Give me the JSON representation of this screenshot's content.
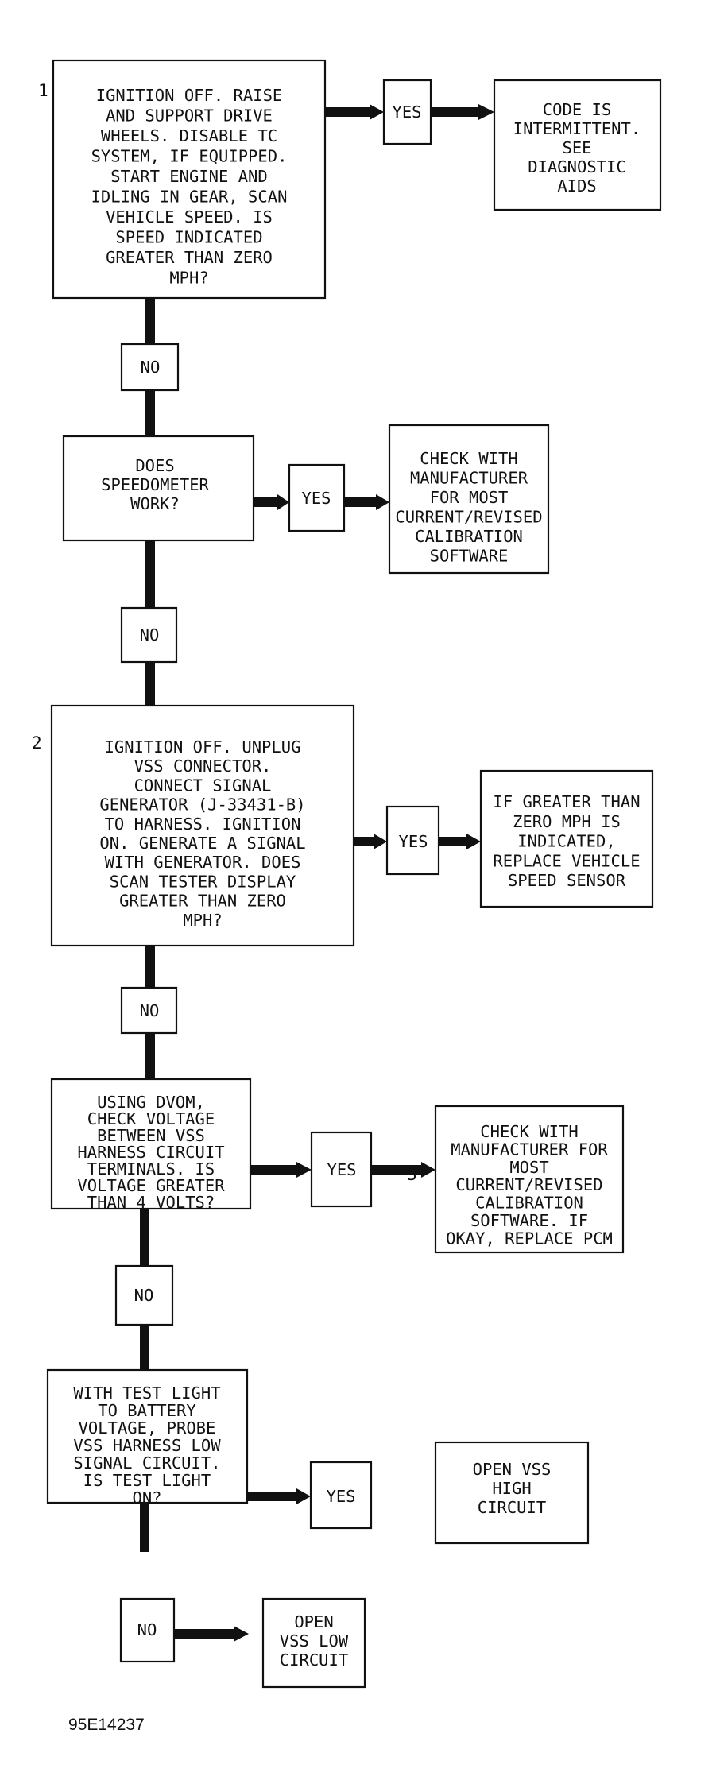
{
  "step_numbers": {
    "s1": "1",
    "s2": "2",
    "s3": "3"
  },
  "boxes": {
    "q1": [
      "IGNITION OFF. RAISE",
      "AND SUPPORT DRIVE",
      "WHEELS. DISABLE TC",
      "SYSTEM, IF EQUIPPED.",
      "START ENGINE AND",
      "IDLING IN GEAR, SCAN",
      "VEHICLE SPEED. IS",
      "SPEED INDICATED",
      "GREATER THAN ZERO",
      "MPH?"
    ],
    "r1": [
      "CODE IS",
      "INTERMITTENT.",
      "SEE",
      "DIAGNOSTIC",
      "AIDS"
    ],
    "q2": [
      "DOES",
      "SPEEDOMETER",
      "WORK?"
    ],
    "r2": [
      "CHECK WITH",
      "MANUFACTURER",
      "FOR MOST",
      "CURRENT/REVISED",
      "CALIBRATION",
      "SOFTWARE"
    ],
    "q3": [
      "IGNITION OFF. UNPLUG",
      "VSS CONNECTOR.",
      "CONNECT SIGNAL",
      "GENERATOR (J-33431-B)",
      "TO HARNESS. IGNITION",
      "ON. GENERATE A SIGNAL",
      "WITH GENERATOR. DOES",
      "SCAN TESTER DISPLAY",
      "GREATER THAN ZERO",
      "MPH?"
    ],
    "r3": [
      "IF GREATER THAN",
      "ZERO MPH IS",
      "INDICATED,",
      "REPLACE VEHICLE",
      "SPEED SENSOR"
    ],
    "q4": [
      "USING DVOM,",
      "CHECK VOLTAGE",
      "BETWEEN VSS",
      "HARNESS CIRCUIT",
      "TERMINALS. IS",
      "VOLTAGE GREATER",
      "THAN 4 VOLTS?"
    ],
    "r4": [
      "CHECK WITH",
      "MANUFACTURER FOR",
      "MOST",
      "CURRENT/REVISED",
      "CALIBRATION",
      "SOFTWARE. IF",
      "OKAY, REPLACE PCM"
    ],
    "q5": [
      "WITH TEST LIGHT",
      "TO BATTERY",
      "VOLTAGE, PROBE",
      "VSS HARNESS LOW",
      "SIGNAL CIRCUIT.",
      "IS TEST LIGHT",
      "ON?"
    ],
    "r5": [
      "OPEN VSS",
      "HIGH",
      "CIRCUIT"
    ],
    "r6": [
      "OPEN",
      "VSS LOW",
      "CIRCUIT"
    ]
  },
  "labels": {
    "yes": "YES",
    "no": "NO"
  },
  "figure_id": "95E14237"
}
